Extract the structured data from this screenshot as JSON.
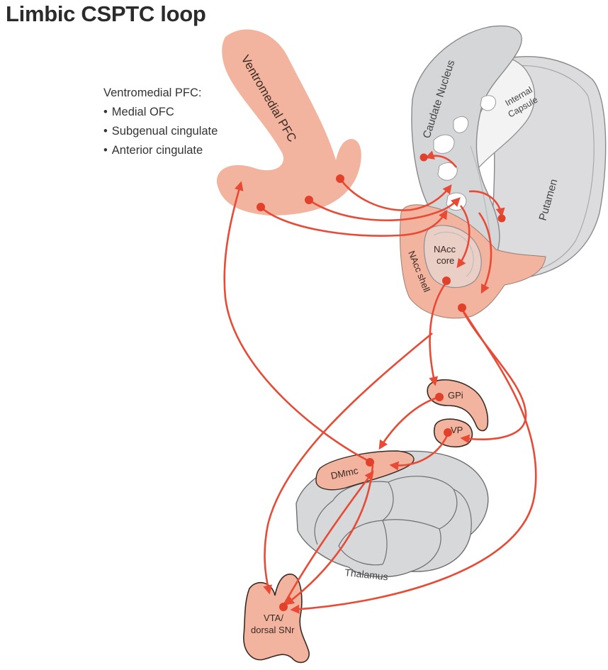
{
  "title": "Limbic CSPTC loop",
  "pfc_list": {
    "heading": "Ventromedial PFC:",
    "items": [
      "Medial OFC",
      "Subgenual cingulate",
      "Anterior cingulate"
    ]
  },
  "structures": {
    "vmpfc": "Ventromedial PFC",
    "caudate": "Caudate Nucleus",
    "internal_capsule_1": "Internal",
    "internal_capsule_2": "Capsule",
    "putamen": "Putamen",
    "nacc_core_1": "NAcc",
    "nacc_core_2": "core",
    "nacc_shell": "NAcc shell",
    "gpi": "GPi",
    "vp": "VP",
    "dmmc": "DMmc",
    "thalamus": "Thalamus",
    "vta_1": "VTA/",
    "vta_2": "dorsal SNr"
  },
  "colors": {
    "region_fill": "#f2b49f",
    "pathway": "#e84a35",
    "gray_structure": "#d7d8da"
  }
}
